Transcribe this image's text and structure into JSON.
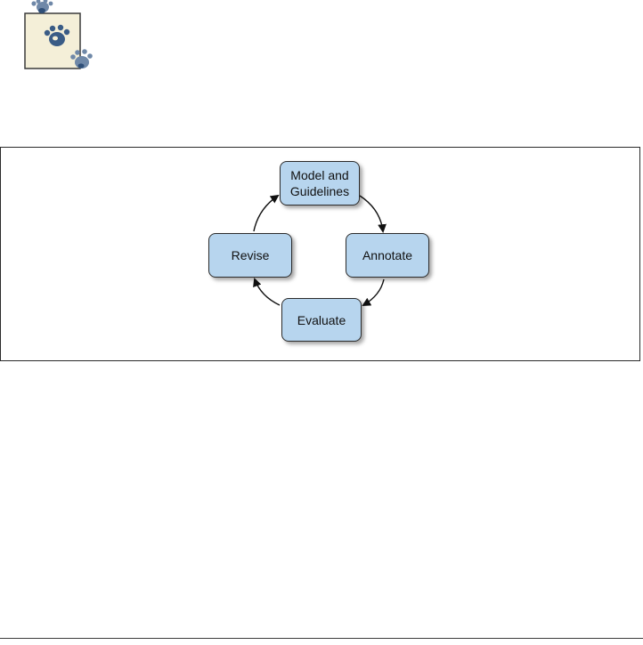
{
  "tip_icon": {
    "icon": "paw-prints-icon"
  },
  "diagram": {
    "nodes": {
      "model": "Model and\nGuidelines",
      "annotate": "Annotate",
      "evaluate": "Evaluate",
      "revise": "Revise"
    },
    "colors": {
      "node_fill": "#b7d5ee",
      "node_border": "#2b2b2b",
      "arrow": "#111111"
    }
  }
}
